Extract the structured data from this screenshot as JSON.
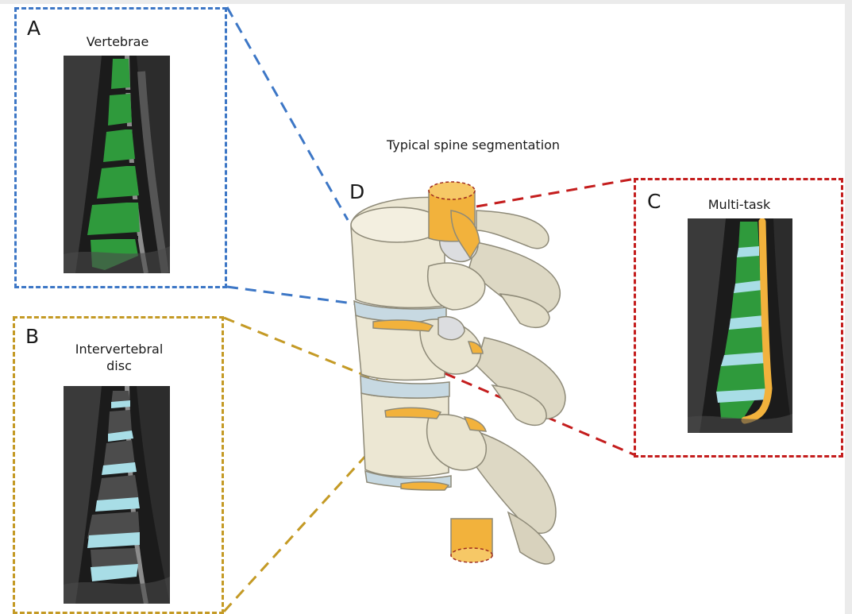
{
  "title": "Typical spine segmentation",
  "panels": [
    {
      "letter": "A",
      "caption": "Vertebrae"
    },
    {
      "letter": "B",
      "caption_line1": "Intervertebral",
      "caption_line2": "disc"
    },
    {
      "letter": "C",
      "caption": "Multi-task"
    },
    {
      "letter": "D"
    }
  ],
  "colors": {
    "panel_a": "#3d77c6",
    "panel_b": "#c49a25",
    "panel_c": "#c41d1d",
    "vertebra": "#2f9a3c",
    "disc": "#a8dde6",
    "canal": "#f2b23c",
    "bone": "#e8e3cf"
  }
}
